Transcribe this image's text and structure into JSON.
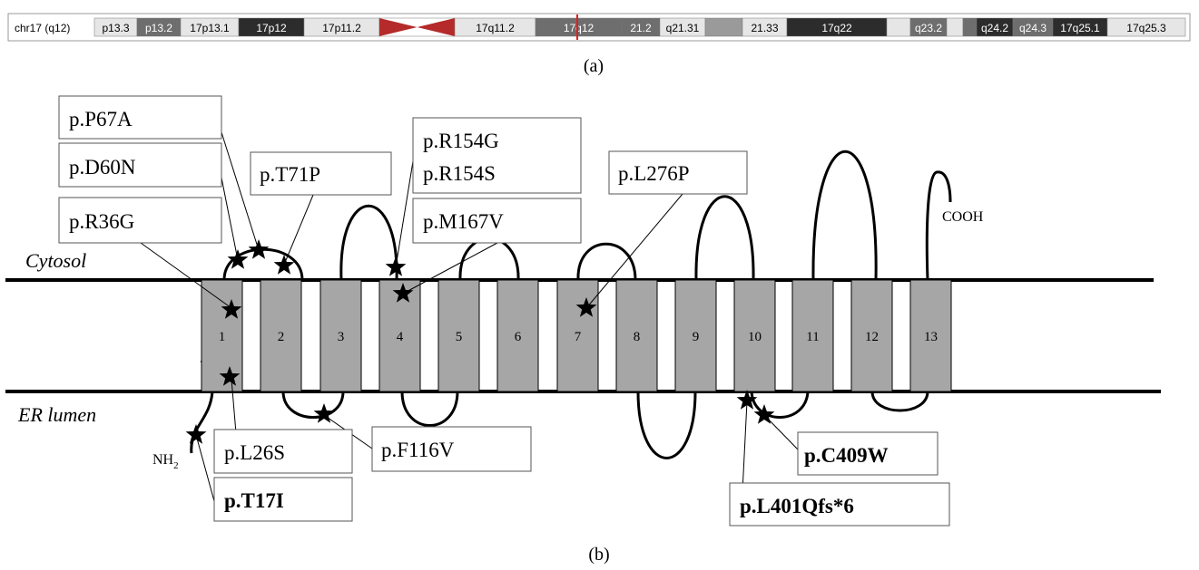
{
  "ideogram": {
    "chromosome_label": "chr17 (q12)",
    "bands": [
      {
        "name": "p13.3",
        "shade": "light"
      },
      {
        "name": "p13.2",
        "shade": "mid"
      },
      {
        "name": "17p13.1",
        "shade": "light"
      },
      {
        "name": "17p12",
        "shade": "dark"
      },
      {
        "name": "17p11.2",
        "shade": "light"
      },
      {
        "name": "",
        "shade": "centromere"
      },
      {
        "name": "17q11.2",
        "shade": "light"
      },
      {
        "name": "17q12",
        "shade": "mid"
      },
      {
        "name": "21.2",
        "shade": "mid"
      },
      {
        "name": "q21.31",
        "shade": "light"
      },
      {
        "name": "",
        "shade": "midlight"
      },
      {
        "name": "21.33",
        "shade": "light"
      },
      {
        "name": "17q22",
        "shade": "dark"
      },
      {
        "name": "",
        "shade": "light"
      },
      {
        "name": "q23.2",
        "shade": "mid"
      },
      {
        "name": "",
        "shade": "light"
      },
      {
        "name": "",
        "shade": "mid"
      },
      {
        "name": "q24.2",
        "shade": "dark"
      },
      {
        "name": "q24.3",
        "shade": "mid"
      },
      {
        "name": "17q25.1",
        "shade": "dark"
      },
      {
        "name": "17q25.3",
        "shade": "light"
      }
    ]
  },
  "panel_labels": {
    "a": "(a)",
    "b": "(b)"
  },
  "regions": {
    "cytosol": "Cytosol",
    "er_lumen": "ER lumen"
  },
  "termini": {
    "n": "NH",
    "n_sub": "2",
    "c": "COOH"
  },
  "helices": [
    "1",
    "2",
    "3",
    "4",
    "5",
    "6",
    "7",
    "8",
    "9",
    "10",
    "11",
    "12",
    "13"
  ],
  "mutations": [
    {
      "id": "p67a",
      "label": "p.P67A",
      "bold": false
    },
    {
      "id": "d60n",
      "label": "p.D60N",
      "bold": false
    },
    {
      "id": "r36g",
      "label": "p.R36G",
      "bold": false
    },
    {
      "id": "t71p",
      "label": "p.T71P",
      "bold": false
    },
    {
      "id": "r154",
      "label": "p.R154G",
      "label2": "p.R154S",
      "bold": false
    },
    {
      "id": "m167v",
      "label": "p.M167V",
      "bold": false
    },
    {
      "id": "l276p",
      "label": "p.L276P",
      "bold": false
    },
    {
      "id": "l26s",
      "label": "p.L26S",
      "bold": false
    },
    {
      "id": "t17i",
      "label": "p.T17I",
      "bold": true
    },
    {
      "id": "f116v",
      "label": "p.F116V",
      "bold": false
    },
    {
      "id": "c409w",
      "label": "p.C409W",
      "bold": true
    },
    {
      "id": "l401",
      "label": "p.L401Qfs*6",
      "bold": true
    }
  ],
  "colors": {
    "centromere": "#b52a2a",
    "position_marker": "#e02020",
    "band_light": "#e6e6e6",
    "band_midlight": "#9a9a9a",
    "band_mid": "#6e6e6e",
    "band_dark": "#2c2c2c",
    "helix_fill": "#a6a6a6",
    "line": "#000000"
  }
}
